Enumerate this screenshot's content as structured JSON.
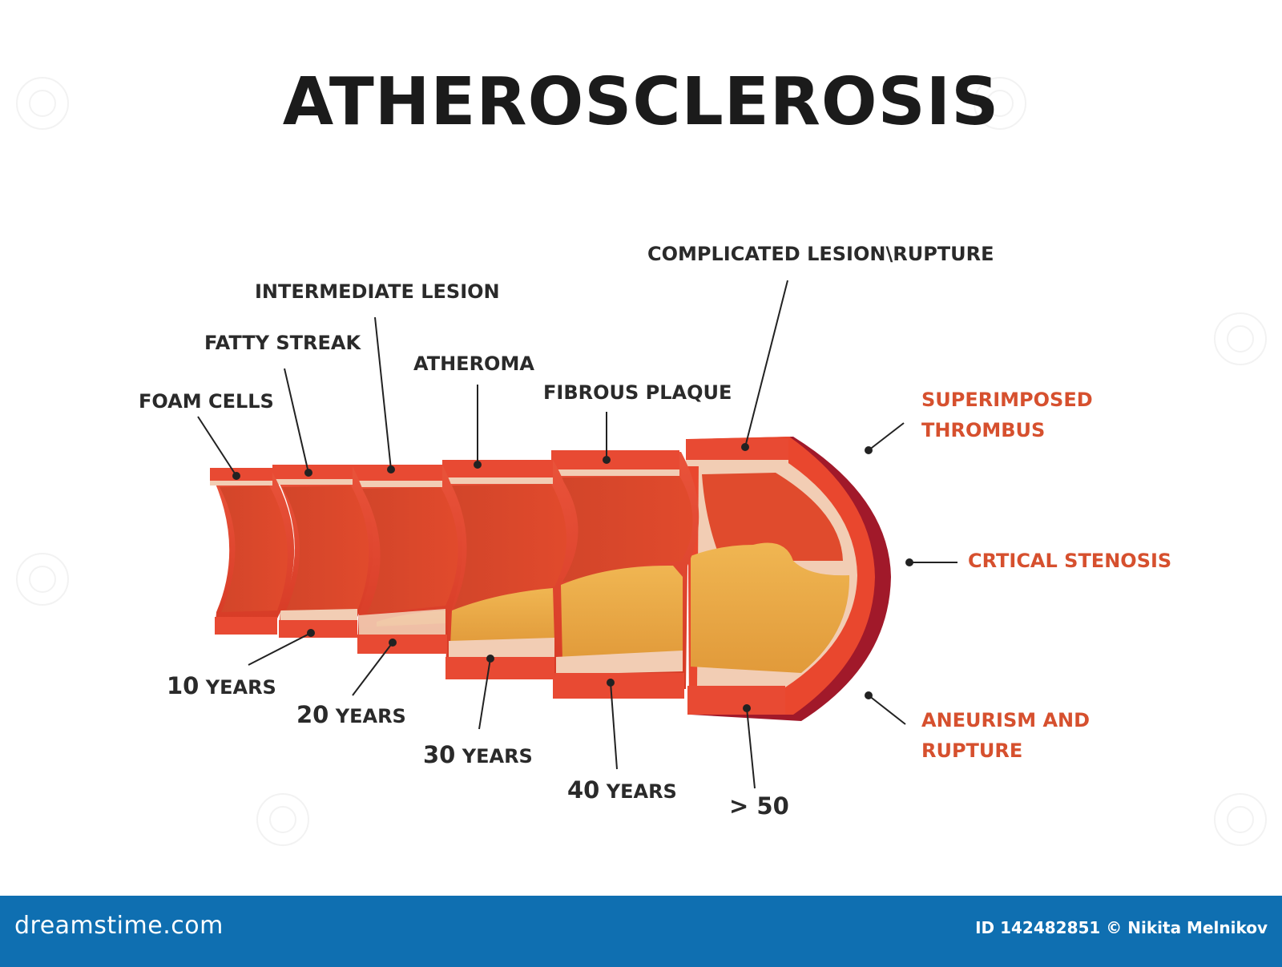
{
  "title": "ATHEROSCLEROSIS",
  "labels_top": {
    "foam_cells": "FOAM CELLS",
    "fatty_streak": "FATTY STREAK",
    "intermediate_lesion": "INTERMEDIATE LESION",
    "atheroma": "ATHEROMA",
    "fibrous_plaque": "FIBROUS PLAQUE",
    "complicated_lesion": "COMPLICATED LESION\\RUPTURE"
  },
  "labels_right": {
    "superimposed_1": "SUPERIMPOSED",
    "superimposed_2": "THROMBUS",
    "critical_stenosis": "CRTICAL STENOSIS",
    "aneurism_1": "ANEURISM AND",
    "aneurism_2": "RUPTURE"
  },
  "years": [
    {
      "num": "10",
      "word": " YEARS"
    },
    {
      "num": "20",
      "word": " YEARS"
    },
    {
      "num": "30",
      "word": " YEARS"
    },
    {
      "num": "40",
      "word": " YEARS"
    },
    {
      "num": "> 50",
      "word": ""
    }
  ],
  "footer": {
    "brand": "dreamstime.com",
    "credit": "ID 142482851 © Nikita Melnikov"
  },
  "colors": {
    "vessel_wall": "#e0402a",
    "vessel_wall_dark": "#c4302a",
    "vessel_inner": "#d94629",
    "intima": "#f2cdb4",
    "plaque": "#e8a946",
    "thrombus": "#a1192a",
    "accent_label": "#d6502e",
    "footer_bar": "#0f6fb1"
  }
}
